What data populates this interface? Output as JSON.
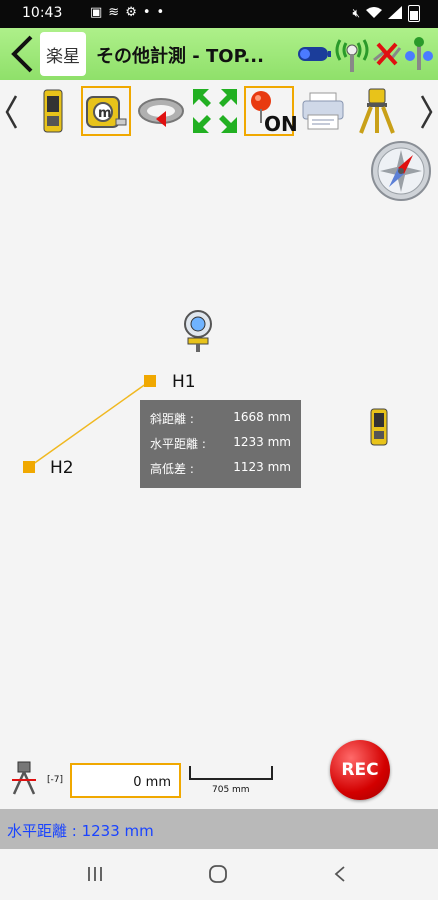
{
  "status_bar": {
    "time": "10:43",
    "notification_icons": [
      "sim-icon",
      "wifi-icon",
      "settings-icon",
      "dots-icon"
    ],
    "system_icons": [
      "mute-icon",
      "wifi-signal-icon",
      "cell-signal-icon",
      "battery-icon"
    ]
  },
  "app_bar": {
    "title": "その他計測 - TOP...",
    "logo_text": "楽星",
    "indicator_icons": [
      "battery-level-icon",
      "signal-antenna-icon",
      "disconnected-icon",
      "network-status-icon"
    ]
  },
  "toolbar": {
    "tools": [
      {
        "name": "total-station-tool"
      },
      {
        "name": "measuring-tape-tool",
        "selected": true
      },
      {
        "name": "prism-target-tool"
      },
      {
        "name": "zoom-extents-tool"
      },
      {
        "name": "pin-on-tool",
        "selected": true,
        "badge": "ON"
      },
      {
        "name": "printer-tool"
      },
      {
        "name": "tripod-tool"
      }
    ]
  },
  "canvas": {
    "points": [
      {
        "label": "H1"
      },
      {
        "label": "H2"
      }
    ],
    "info": {
      "slope_label": "斜距離 :",
      "slope_value": "1668 mm",
      "horizontal_label": "水平距離 :",
      "horizontal_value": "1233 mm",
      "height_label": "高低差 :",
      "height_value": "1123 mm"
    },
    "accent_color": "#f0a800"
  },
  "controls": {
    "stack_label": "[-7]",
    "distance_value": "0 mm",
    "scale_label": "705 mm",
    "rec_label": "REC"
  },
  "status_line": "水平距離 : 1233 mm",
  "nav": [
    "recent-apps-icon",
    "home-icon",
    "back-icon"
  ]
}
